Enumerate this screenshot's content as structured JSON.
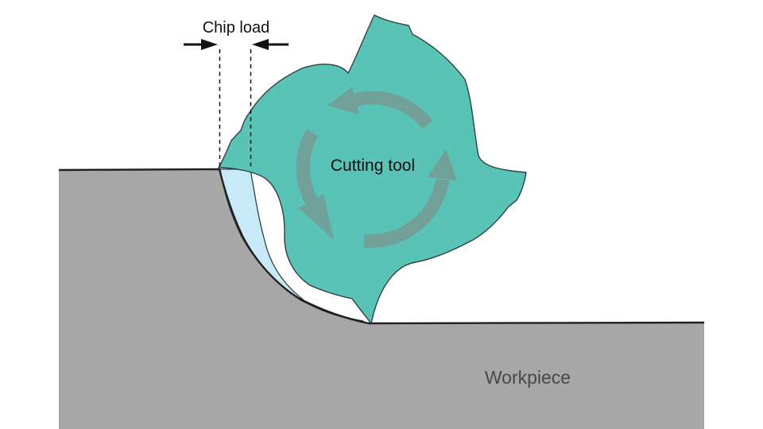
{
  "labels": {
    "chip_load": "Chip load",
    "cutting_tool": "Cutting tool",
    "workpiece": "Workpiece"
  },
  "icons": {
    "rotation_direction": "counterclockwise-rotation-arc-arrows",
    "chip_load_dimension": "inward-pointing-dimension-arrows",
    "chip_load_extent": "vertical-dashed-extent-lines"
  },
  "colors": {
    "background": "#ffffff",
    "tool_fill": "#5ac3b7",
    "tool_outline": "#31403f",
    "rotation_arrow": "#71a099",
    "chip_fill": "#c8e9f8",
    "workpiece_fill": "#a7a7a7",
    "edge_line": "#1f1f1f",
    "annotation": "#111111",
    "workpiece_label": "#484848"
  }
}
